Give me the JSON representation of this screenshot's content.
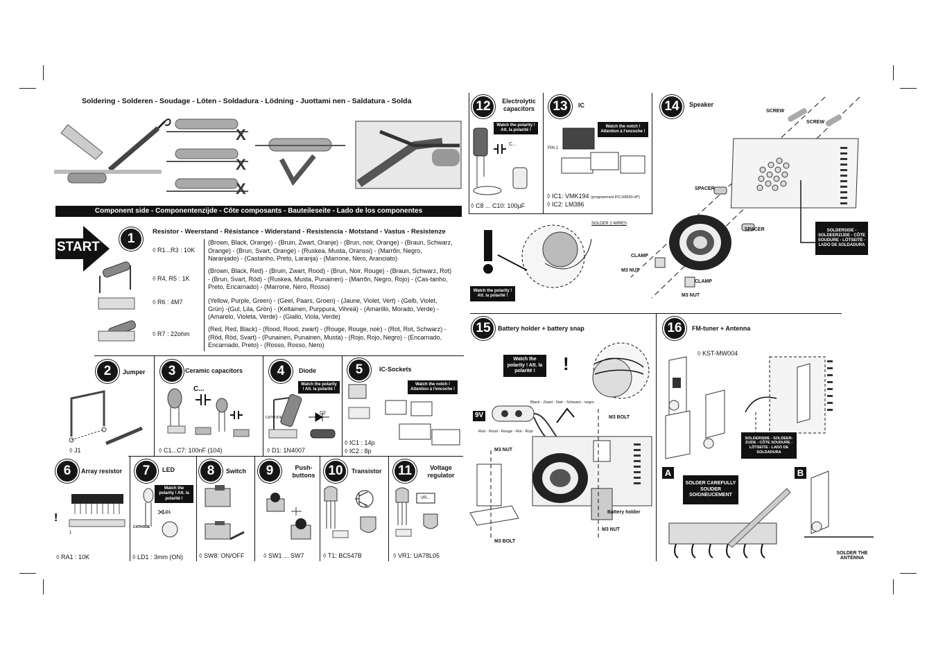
{
  "soldering_title": "Soldering - Solderen - Soudage - Löten - Soldadura - Lödning - Juottami nen - Saldatura - Solda",
  "component_side": "Component side - Componentenzijde - Côte composants - Bauteileseite - Lado de los componentes",
  "start": "START",
  "step1": {
    "number": "1",
    "title": "Resistor - Weerstand - Résistance - Widerstand - Resistencia - Motstand - Vastus - Resistenze",
    "rows": [
      {
        "ref": "◊ R1...R3 : 10K",
        "desc": "(Brown, Black, Orange) - (Bruin, Zwart, Oranje) - (Brun, noir, Orange) - (Braun, Schwarz, Orange) - (Brun, Svart, Orange) - (Ruskea, Musta, Oranssi) - (Marrõn, Negro, Naranjado) - (Castanho, Preto, Laranja) - (Marrone, Nero, Aranciato)"
      },
      {
        "ref": "◊ R4, R5 : 1K",
        "desc": "(Brown, Black, Red) - (Bruin, Zwart, Rood) - (Brun, Noir, Rouge) - (Braun, Schwarz, Rot) - (Brun, Svart, Röd) - (Ruskea, Musta, Punainen) - (Marrõn, Negro, Rojo) - (Cas-tanho, Preto, Encarnado) - (Marrone, Nero, Rosso)"
      },
      {
        "ref": "◊ R6 : 4M7",
        "desc": "(Yellow, Purple, Green) - (Geel, Paars, Groen) - (Jaune, Violet, Vert) - (Gelb, Violet, Grün) -(Gul, Lila, Grön) - (Keltainen, Purppura, Vihreä) - (Amarillo, Morado, Verde) -(Amarelo, Violeta, Verde) - (Giallo, Viola, Verde)"
      },
      {
        "ref": "◊ R7 : 22ohm",
        "desc": "(Red, Red, Black) - (Rood, Rood, zwart) - (Rouge, Rouge, noir) - (Rot, Rot, Schwarz) -(Röd, Röd, Svart) - (Punainen, Punainen, Musta) - (Rojo, Rojo, Negro) - (Encarnado, Encarnado, Preto) - (Rosso, Rosso, Nero)"
      }
    ]
  },
  "step2": {
    "number": "2",
    "title": "Jumper",
    "ref": "◊ J1"
  },
  "step3": {
    "number": "3",
    "title": "Ceramic capacitors",
    "ref": "◊ C1...C7: 100nF (104)",
    "c_label": "C..."
  },
  "step4": {
    "number": "4",
    "title": "Diode",
    "warn": "Watch the polarity ! Att. la polarité !",
    "ref": "◊ D1: 1N4007",
    "cathode": "CATHODE",
    "d2": "D2"
  },
  "step5": {
    "number": "5",
    "title": "IC-Sockets",
    "warn": "Watch the notch ! Attention à l'encoche !",
    "ref1": "◊ IC1 : 14p",
    "ref2": "◊ IC2 : 8p"
  },
  "step6": {
    "number": "6",
    "title": "Array resistor",
    "ref": "◊ RA1 : 10K"
  },
  "step7": {
    "number": "7",
    "title": "LED",
    "warn": "Watch the polarity ! Att. la polarité !",
    "ref": "◊ LD1 : 3mm (ON)",
    "ld": "LD1",
    "cathode": "CATHODE"
  },
  "step8": {
    "number": "8",
    "title": "Switch",
    "ref": "◊ SW8: ON/OFF"
  },
  "step9": {
    "number": "9",
    "title": "Push-buttons",
    "ref": "◊ SW1 ... SW7"
  },
  "step10": {
    "number": "10",
    "title": "Transistor",
    "ref": "◊ T1: BC547B",
    "t": "T..."
  },
  "step11": {
    "number": "11",
    "title": "Voltage regulator",
    "ref": "◊ VR1: UA78L05",
    "vr": "VR..."
  },
  "step12": {
    "number": "12",
    "title": "Electrolytic capacitors",
    "warn": "Watch the polarity ! Att. la polarité !",
    "ref": "◊ C8 ... C10: 100µF",
    "c_label": "C..."
  },
  "step13": {
    "number": "13",
    "title": "IC",
    "warn": "Watch the notch ! Attention à l'encoche !",
    "ref1": "◊ IC1: VMK194",
    "ref1_note": "(programmed PIC16f630-I/P)",
    "ref2": "◊ IC2: LM386",
    "pin": "PIN 1"
  },
  "step14": {
    "number": "14",
    "title": "Speaker",
    "screw": "SCREW",
    "spacer": "SPACER",
    "clamp": "CLAMP",
    "m3nut": "M3 NUT",
    "solder2": "SOLDER 2 WIRES",
    "warn": "Watch the polarity ! Att. la polarité !",
    "solderside": "SOLDERSIDE - SOLDEERZIJDE - CÔTE SOUDURE - LÖTSEITE - LADO DE SOLDADURA"
  },
  "step15": {
    "number": "15",
    "title": "Battery holder + battery snap",
    "warn": "Watch the polarity ! Att. la polarité !",
    "v9": "9V",
    "black": "Black - Zwart - Noir - Schwarz - negro",
    "red": "Red - Rood - Rouge - Rot - Rojo",
    "m3bolt": "M3 BOLT",
    "m3nut": "M3 NUT",
    "holder": "Battery holder"
  },
  "step16": {
    "number": "16",
    "title": "FM-tuner + Antenna",
    "ref": "◊ KST-MW004",
    "solderside": "SOLDERSIDE - SOLDEER-ZIJDE - CÔTE SOUDURE - LÖTSEITE - LADO DE SOLDADURA",
    "a": "A",
    "b": "B",
    "solder1": "SOLDER CAREFULLY",
    "solder2": "SOUDER SOIGNEUCEMENT",
    "antenna": "SOLDER THE ANTENNA"
  }
}
